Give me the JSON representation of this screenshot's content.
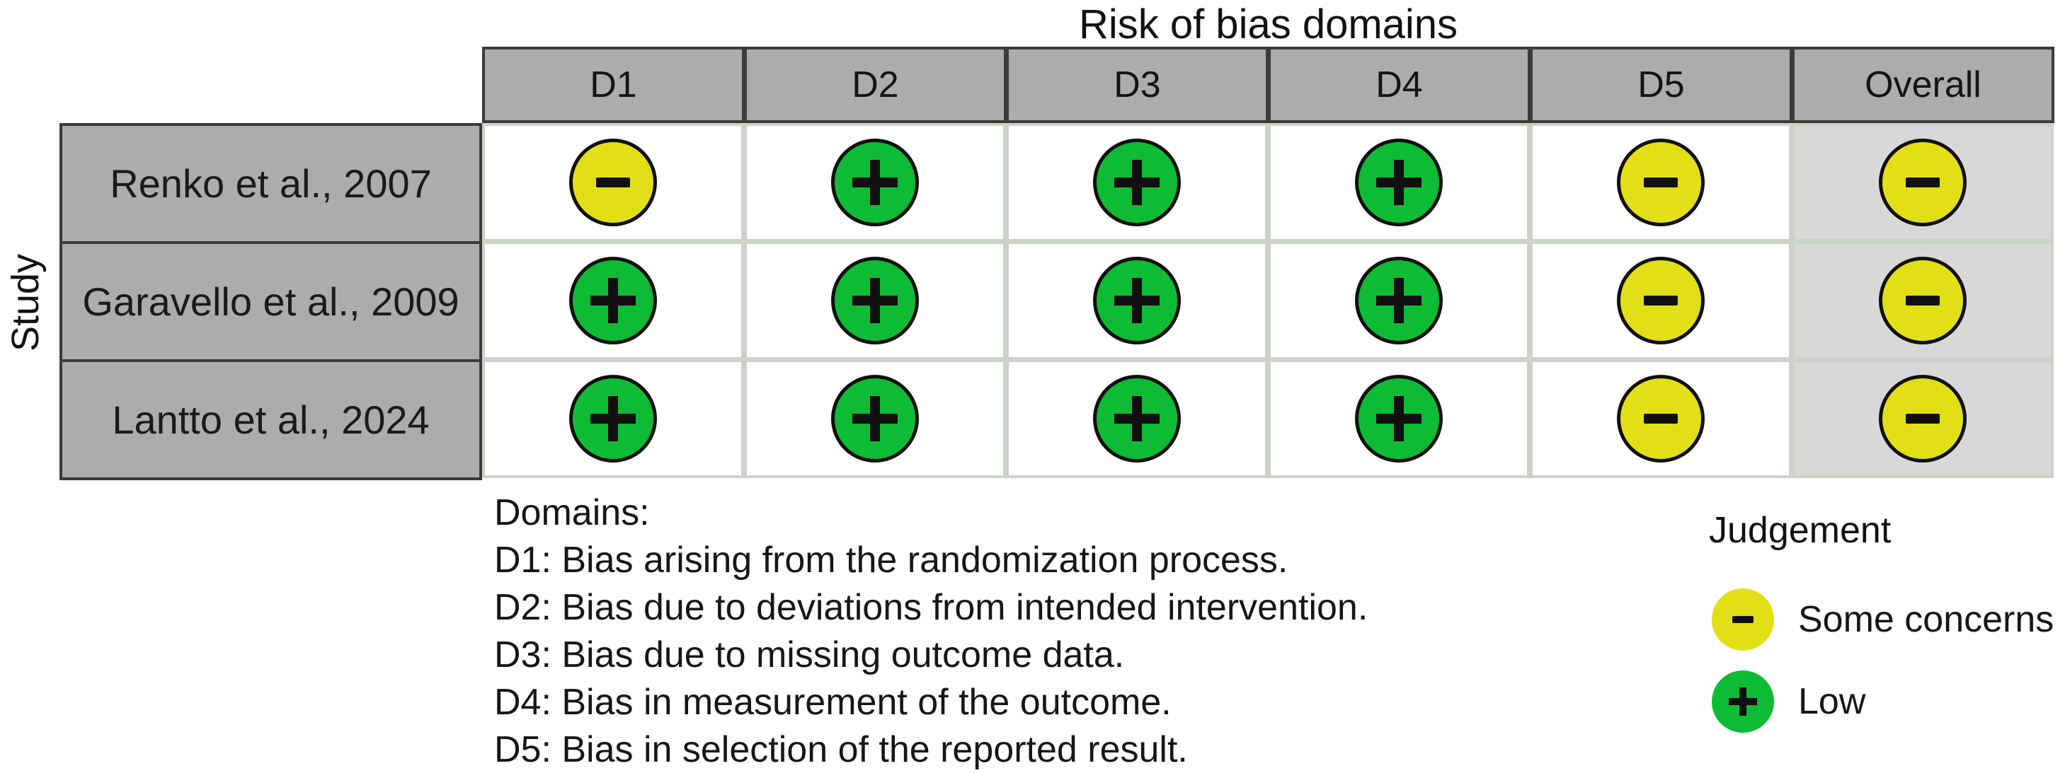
{
  "title": "Risk of bias domains",
  "axis_label": "Study",
  "columns": [
    "D1",
    "D2",
    "D3",
    "D4",
    "D5",
    "Overall"
  ],
  "rows": [
    {
      "study": "Renko et al., 2007",
      "judgements": [
        "some_concerns",
        "low",
        "low",
        "low",
        "some_concerns",
        "some_concerns"
      ]
    },
    {
      "study": "Garavello et al., 2009",
      "judgements": [
        "low",
        "low",
        "low",
        "low",
        "some_concerns",
        "some_concerns"
      ]
    },
    {
      "study": "Lantto et al., 2024",
      "judgements": [
        "low",
        "low",
        "low",
        "low",
        "some_concerns",
        "some_concerns"
      ]
    }
  ],
  "judgement_symbols": {
    "low": "plus",
    "some_concerns": "minus"
  },
  "colors": {
    "low": "#0DBB34",
    "some_concerns": "#E3DF16",
    "header_fill": "#acacac",
    "overall_cell_fill": "#d8d8d8",
    "grid_line": "#ccd1c9",
    "box_border": "#3b3b3b"
  },
  "footnote": {
    "heading": "Domains:",
    "items": [
      "D1: Bias arising from the randomization process.",
      "D2: Bias due to deviations from intended intervention.",
      "D3: Bias due to missing outcome data.",
      "D4: Bias in measurement of the outcome.",
      "D5: Bias in selection of the reported result."
    ]
  },
  "legend": {
    "title": "Judgement",
    "entries": [
      {
        "label": "Some concerns",
        "judgement": "some_concerns"
      },
      {
        "label": "Low",
        "judgement": "low"
      }
    ]
  },
  "chart_data": {
    "type": "table",
    "title": "Risk of bias domains",
    "row_axis_label": "Study",
    "columns": [
      "D1",
      "D2",
      "D3",
      "D4",
      "D5",
      "Overall"
    ],
    "rows": [
      "Renko et al., 2007",
      "Garavello et al., 2009",
      "Lantto et al., 2024"
    ],
    "values": [
      [
        "Some concerns",
        "Low",
        "Low",
        "Low",
        "Some concerns",
        "Some concerns"
      ],
      [
        "Low",
        "Low",
        "Low",
        "Low",
        "Some concerns",
        "Some concerns"
      ],
      [
        "Low",
        "Low",
        "Low",
        "Low",
        "Some concerns",
        "Some concerns"
      ]
    ],
    "legend": {
      "Some concerns": "yellow minus circle",
      "Low": "green plus circle"
    },
    "legend_position": "bottom-right"
  }
}
